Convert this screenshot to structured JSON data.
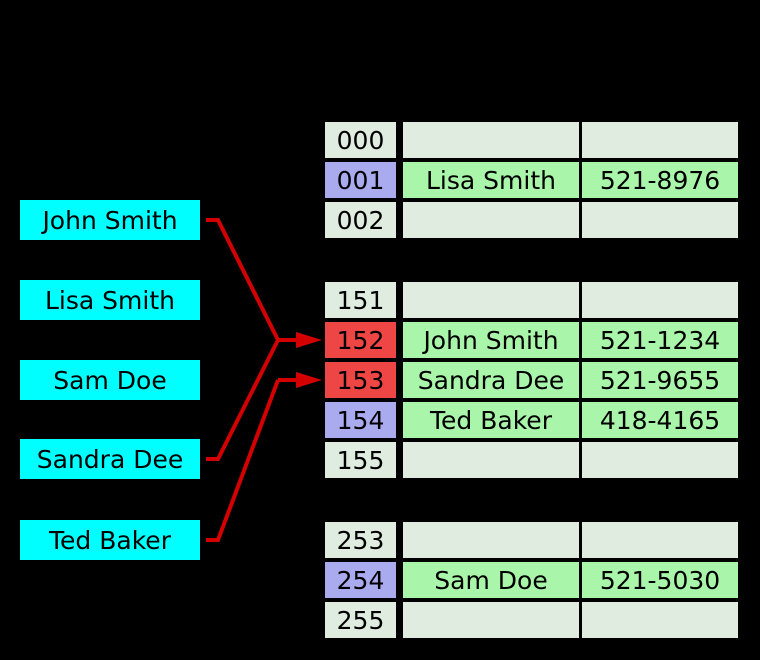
{
  "colors": {
    "background": "#000000",
    "key_fill": "#00ffff",
    "empty_cell_fill": "#e1ece1",
    "entry_fill": "#a9f5a9",
    "index_occupied_fill": "#aaaaee",
    "index_collision_fill": "#ee4545",
    "arrow": "#d40000",
    "text": "#000000"
  },
  "keys": [
    {
      "label": "John Smith"
    },
    {
      "label": "Lisa Smith"
    },
    {
      "label": "Sam Doe"
    },
    {
      "label": "Sandra Dee"
    },
    {
      "label": "Ted Baker"
    }
  ],
  "buckets": {
    "sections": [
      {
        "rows": [
          {
            "index": "000",
            "state": "empty",
            "name": "",
            "phone": ""
          },
          {
            "index": "001",
            "state": "occupied",
            "name": "Lisa Smith",
            "phone": "521-8976"
          },
          {
            "index": "002",
            "state": "empty",
            "name": "",
            "phone": ""
          }
        ]
      },
      {
        "rows": [
          {
            "index": "151",
            "state": "empty",
            "name": "",
            "phone": ""
          },
          {
            "index": "152",
            "state": "collision",
            "name": "John Smith",
            "phone": "521-1234"
          },
          {
            "index": "153",
            "state": "collision",
            "name": "Sandra Dee",
            "phone": "521-9655"
          },
          {
            "index": "154",
            "state": "occupied",
            "name": "Ted Baker",
            "phone": "418-4165"
          },
          {
            "index": "155",
            "state": "empty",
            "name": "",
            "phone": ""
          }
        ]
      },
      {
        "rows": [
          {
            "index": "253",
            "state": "empty",
            "name": "",
            "phone": ""
          },
          {
            "index": "254",
            "state": "occupied",
            "name": "Sam Doe",
            "phone": "521-5030"
          },
          {
            "index": "255",
            "state": "empty",
            "name": "",
            "phone": ""
          }
        ]
      }
    ]
  },
  "arrows": [
    {
      "from_key": "John Smith",
      "to_bucket": "152"
    },
    {
      "from_key": "Sandra Dee",
      "to_bucket": "152"
    },
    {
      "from_key": "Ted Baker",
      "to_bucket": "153"
    }
  ]
}
